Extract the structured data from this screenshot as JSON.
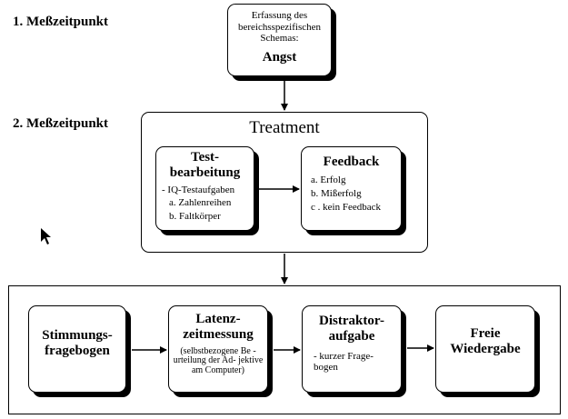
{
  "labels": {
    "time1": "1. Meßzeitpunkt",
    "time2": "2. Meßzeitpunkt"
  },
  "schema_box": {
    "desc": "Erfassung des bereichsspezifischen Schemas:",
    "title": "Angst"
  },
  "treatment": {
    "title": "Treatment",
    "test": {
      "title_line1": "Test-",
      "title_line2": "bearbeitung",
      "items": [
        "- IQ-Testaufgaben",
        "a. Zahlenreihen",
        "b. Faltkörper"
      ]
    },
    "feedback": {
      "title": "Feedback",
      "items": [
        "a. Erfolg",
        "b. Mißerfolg",
        "c . kein Feedback"
      ]
    }
  },
  "sequence": {
    "mood": {
      "line1": "Stimmungs-",
      "line2": "fragebogen"
    },
    "latency": {
      "line1": "Latenz-",
      "line2": "zeitmessung",
      "detail": "(selbstbezogene Be - urteilung der Ad- jektive am Computer)"
    },
    "distractor": {
      "line1": "Distraktor-",
      "line2": "aufgabe",
      "detail": "- kurzer Frage- bogen"
    },
    "recall": {
      "line1": "Freie",
      "line2": "Wiedergabe"
    }
  }
}
